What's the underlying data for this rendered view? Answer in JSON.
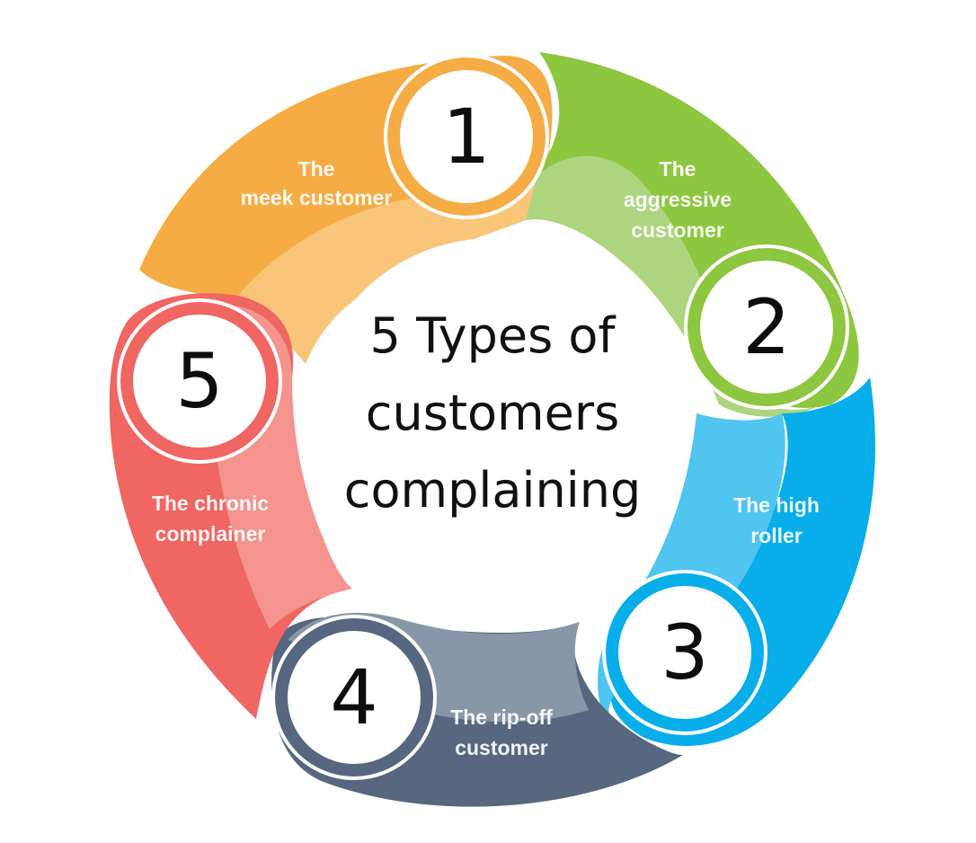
{
  "title": {
    "line1": "5 Types of",
    "line2": "customers",
    "line3": "complaining"
  },
  "segments": [
    {
      "number": "1",
      "label_line1": "The",
      "label_line2": "meek customer",
      "label_line3": "",
      "color_dark": "#F6AC45",
      "color_light": "#F9C679"
    },
    {
      "number": "2",
      "label_line1": "The",
      "label_line2": "aggressive",
      "label_line3": "customer",
      "color_dark": "#8DC63F",
      "color_light": "#ADD580"
    },
    {
      "number": "3",
      "label_line1": "The high",
      "label_line2": "roller",
      "label_line3": "",
      "color_dark": "#08AEE9",
      "color_light": "#4FC5F0"
    },
    {
      "number": "4",
      "label_line1": "The rip-off",
      "label_line2": "customer",
      "label_line3": "",
      "color_dark": "#56677F",
      "color_light": "#8797A7"
    },
    {
      "number": "5",
      "label_line1": "The chronic",
      "label_line2": "complainer",
      "label_line3": "",
      "color_dark": "#EF6662",
      "color_light": "#F5938E"
    }
  ]
}
